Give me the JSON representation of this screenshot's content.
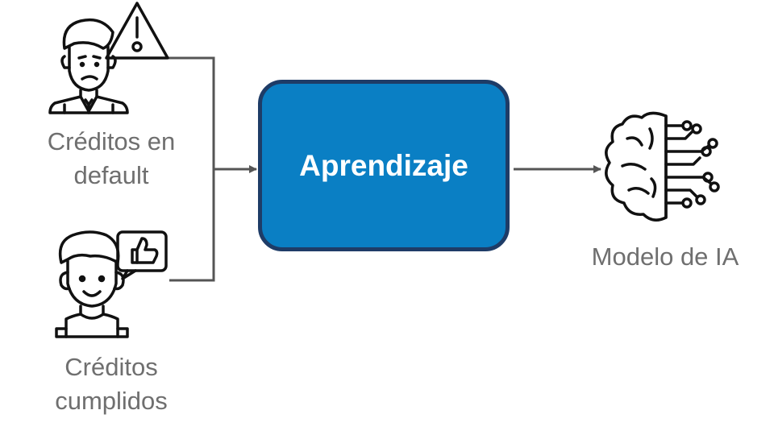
{
  "inputs": [
    {
      "line1": "Créditos en",
      "line2": "default",
      "icon": "worried-person-warning-icon"
    },
    {
      "line1": "Créditos",
      "line2": "cumplidos",
      "icon": "happy-person-thumbs-up-icon"
    }
  ],
  "process": {
    "label": "Aprendizaje"
  },
  "output": {
    "label": "Modelo de IA",
    "icon": "ai-brain-circuit-icon"
  },
  "colors": {
    "box_fill": "#0a7fc4",
    "box_border": "#1e3c67",
    "connector": "#555555",
    "text": "#6f6f6f"
  }
}
